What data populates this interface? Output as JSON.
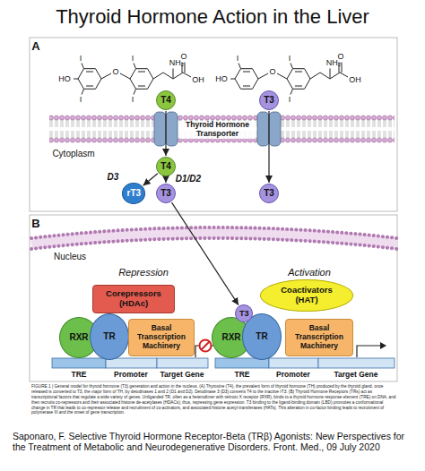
{
  "diagram": {
    "title": "Thyroid Hormone Action in the Liver",
    "caption": "FIGURE 1 | General model for thyroid hormone (T3) generation and action in the nucleus. (A) Thyroxine (T4), the prevalent form of thyroid hormone (TH) produced by the thyroid gland, once released is converted to T3, the major form of TH, by deiodinases 1 and 2 (D1 and D2). Deiodinase 3 (D3) converts T4 to the inactive rT3. (B) Thyroid Hormone Receptors (TRs) act as transcriptional factors that regulate a wide variety of genes. Unliganded TR, often as a heterodimer with retinoic X receptor (RXR), binds to a thyroid hormone response element (TRE) on DNA, and then recruits co-repressors and their associated histone de-acetylases (HDACs); thus, repressing gene expression. T3 binding to the ligand-binding domain (LBD) promotes a conformational change in TR that leads to co-repressor release and recruitment of co-activators, and associated histone acetyl-transferases (HATs). This alteration in co-factor binding leads to recruitment of polymerase III and the onset of gene transcription.",
    "nodes": [
      {
        "text": [
          "T4"
        ]
      },
      {
        "text": [
          "T3"
        ]
      },
      {
        "text": [
          "T4"
        ]
      },
      {
        "text": [
          "rT3"
        ]
      },
      {
        "text": [
          "T3"
        ]
      },
      {
        "text": [
          "T3"
        ]
      },
      {
        "text": [
          "Corepressors (HDAc)"
        ]
      },
      {
        "text": [
          "RXR"
        ]
      },
      {
        "text": [
          "TR"
        ]
      },
      {
        "text": [
          "Basal Transcription Machinery"
        ]
      },
      {
        "text": [
          "Coactivators (HAT)"
        ]
      },
      {
        "text": [
          "T3"
        ]
      },
      {
        "text": [
          "RXR"
        ]
      },
      {
        "text": [
          "TR"
        ]
      },
      {
        "text": [
          "Basal Transcription Machinery"
        ]
      }
    ],
    "edges": [
      {
        "from": 0,
        "to": 2,
        "arrow": "to"
      },
      {
        "from": 1,
        "to": 5,
        "arrow": "to"
      },
      {
        "from": 2,
        "to": 3,
        "label": "D3",
        "arrow": "to"
      },
      {
        "from": 2,
        "to": 4,
        "label": "D1/D2",
        "arrow": "to"
      },
      {
        "from": 4,
        "to": 11,
        "arrow": "to"
      }
    ],
    "labels": [
      "A",
      "I",
      "I",
      "HO",
      "O",
      "I",
      "I",
      "NH₂",
      "O",
      "OH",
      "I",
      "HO",
      "O",
      "I",
      "I",
      "NH₂",
      "O",
      "OH",
      "Thyroid Hormone Transporter",
      "Cytoplasm",
      "B",
      "Nucleus",
      "Repression",
      "Activation",
      "TRE",
      "Promoter",
      "Target Gene",
      "TRE",
      "Promoter",
      "Target Gene",
      "Saponaro, F. Selective Thyroid Hormone Receptor-Beta (TRβ) Agonists: New Perspectives for the Treatment of Metabolic and Neurodegenerative Disorders. Front. Med., 09 July 2020"
    ]
  }
}
